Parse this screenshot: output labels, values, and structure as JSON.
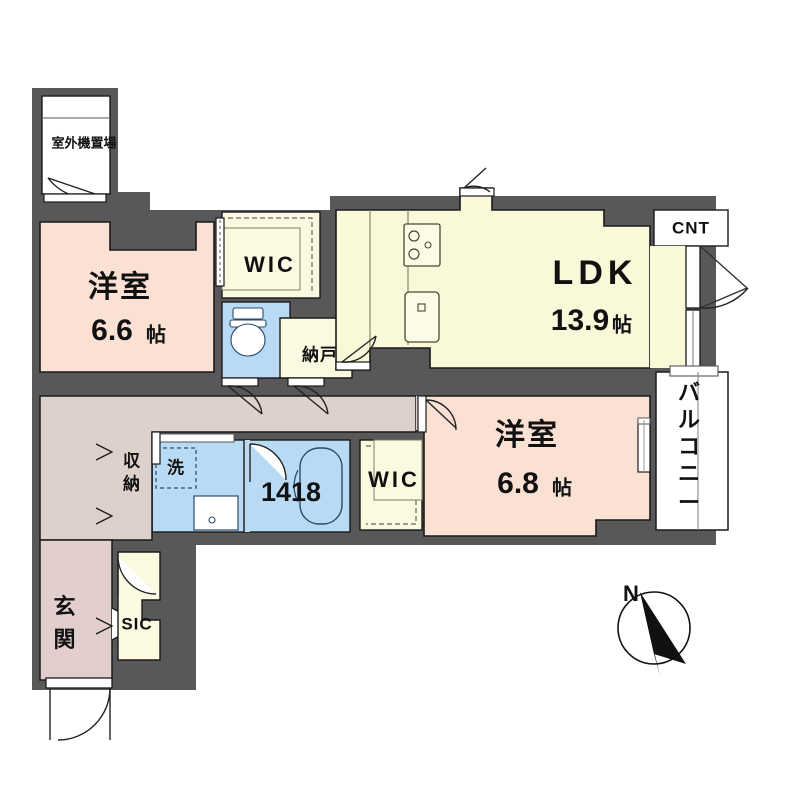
{
  "plan": {
    "title": "間取り図",
    "colors": {
      "wall": "#58585a",
      "bedroom": "#fae1d3",
      "ldk": "#f9f8d9",
      "closet": "#fbf9e0",
      "water": "#b9daf4",
      "corridor": "#ded0ca",
      "entrance": "#e2cfcd",
      "balcony": "#ffffff",
      "outline": "#1a1a1a",
      "text": "#111111"
    }
  },
  "rooms": [
    {
      "id": "outdoor-unit",
      "label": "室外機置場",
      "type": "service"
    },
    {
      "id": "bedroom-north",
      "name": "洋室",
      "size": "6.6",
      "unit": "帖",
      "type": "bedroom"
    },
    {
      "id": "wic-north",
      "label": "WIC",
      "type": "closet"
    },
    {
      "id": "storage-nando",
      "label": "納戸",
      "type": "storage"
    },
    {
      "id": "ldk",
      "name": "LDK",
      "size": "13.9",
      "unit": "帖",
      "type": "living"
    },
    {
      "id": "counter",
      "label": "CNT",
      "type": "counter"
    },
    {
      "id": "balcony",
      "label": "バルコニー",
      "chars": [
        "バ",
        "ル",
        "コ",
        "ニ",
        "ー"
      ],
      "type": "balcony"
    },
    {
      "id": "bedroom-south",
      "name": "洋室",
      "size": "6.8",
      "unit": "帖",
      "type": "bedroom"
    },
    {
      "id": "wic-south",
      "label": "WIC",
      "type": "closet"
    },
    {
      "id": "bathroom",
      "label": "1418",
      "type": "bath"
    },
    {
      "id": "washroom",
      "label": "洗",
      "type": "washroom"
    },
    {
      "id": "closet-shuno",
      "label": "収納",
      "chars": [
        "収",
        "納"
      ],
      "type": "closet"
    },
    {
      "id": "entrance",
      "label": "玄関",
      "chars": [
        "玄",
        "関"
      ],
      "type": "entrance"
    },
    {
      "id": "sic",
      "label": "SIC",
      "type": "closet"
    },
    {
      "id": "toilet",
      "label": "",
      "type": "toilet"
    }
  ],
  "labels": {
    "outdoor_unit": "室外機置場",
    "bedroom_north_name": "洋室",
    "bedroom_north_size": "6.6",
    "bedroom_north_unit": "帖",
    "wic_north": "WIC",
    "nando": "納戸",
    "ldk_name": "LDK",
    "ldk_size": "13.9",
    "ldk_unit": "帖",
    "cnt": "CNT",
    "balcony_c1": "バ",
    "balcony_c2": "ル",
    "balcony_c3": "コ",
    "balcony_c4": "ニ",
    "balcony_c5": "ー",
    "bedroom_south_name": "洋室",
    "bedroom_south_size": "6.8",
    "bedroom_south_unit": "帖",
    "wic_south": "WIC",
    "bathroom_size": "1418",
    "washroom": "洗",
    "storage_c1": "収",
    "storage_c2": "納",
    "entrance_c1": "玄",
    "entrance_c2": "関",
    "sic": "SIC",
    "compass_north": "N"
  }
}
